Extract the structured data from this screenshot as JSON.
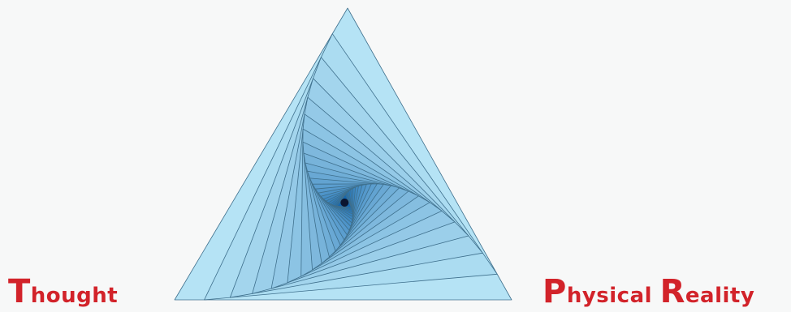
{
  "labels": {
    "left": {
      "initial": "T",
      "rest": "hought"
    },
    "right": {
      "word1_initial": "P",
      "word1_rest": "hysical",
      "word2_initial": "R",
      "word2_rest": "eality"
    }
  },
  "colors": {
    "background": "#f7f8f8",
    "label_text": "#d2232a",
    "triangle_light": "#b5e3f5",
    "triangle_dark": "#1467b0",
    "center": "#0b1530",
    "edge": "#3e6f8c"
  },
  "spiral": {
    "layers": 24,
    "twist_per_layer": 0.088
  }
}
